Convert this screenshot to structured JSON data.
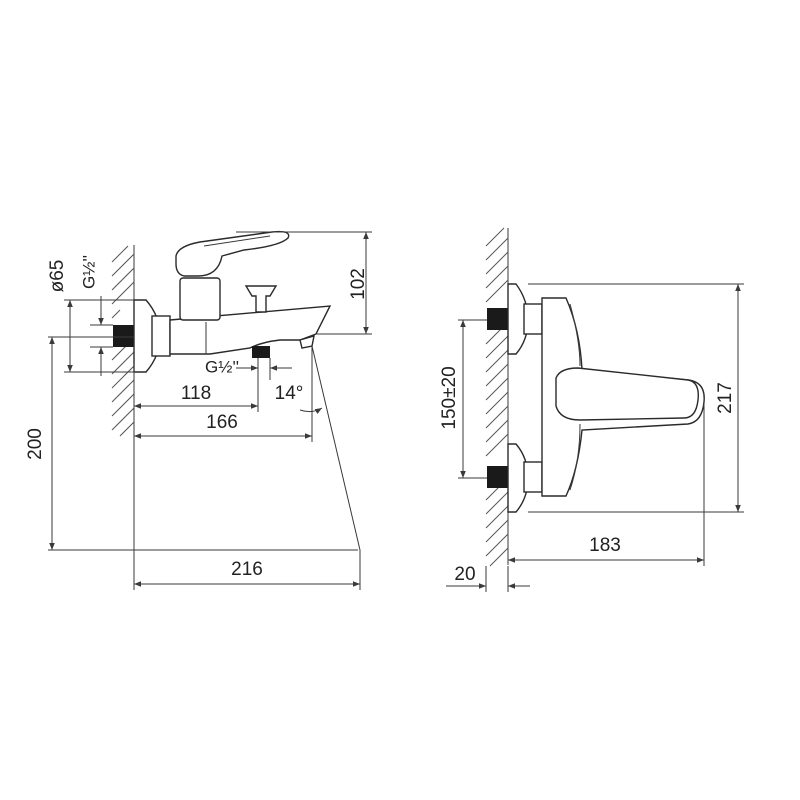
{
  "front_view": {
    "diameter_label": "ø65",
    "thread_label_vertical": "G½''",
    "thread_label_bottom": "G½''",
    "dim_height_top": "102",
    "dim_length_118": "118",
    "dim_angle": "14°",
    "dim_length_166": "166",
    "dim_height_200": "200",
    "dim_length_216": "216"
  },
  "side_view": {
    "dim_spacing": "150±20",
    "dim_height_217": "217",
    "dim_depth_183": "183",
    "dim_wall_20": "20"
  }
}
